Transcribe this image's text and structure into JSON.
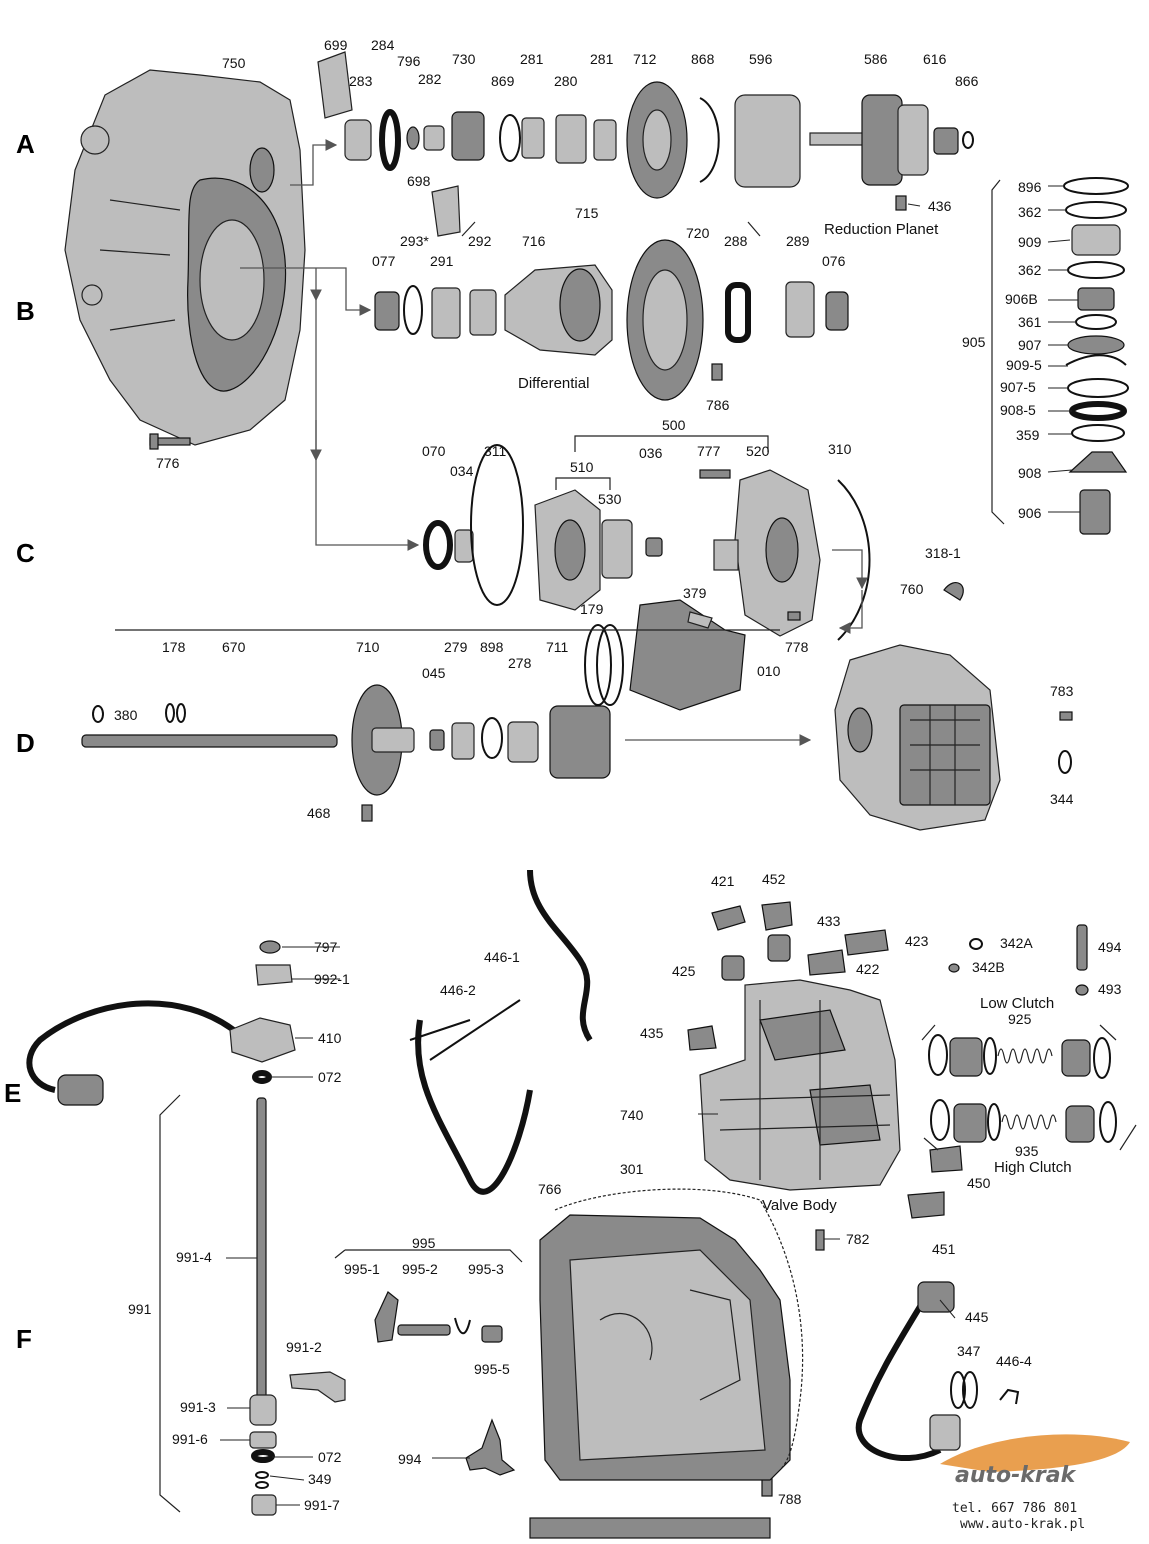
{
  "rows": [
    "A",
    "B",
    "C",
    "D",
    "E",
    "F"
  ],
  "captions": {
    "reduction_planet": "Reduction Planet",
    "differential": "Differential",
    "valve_body": "Valve Body",
    "low_clutch": "Low Clutch",
    "high_clutch": "High Clutch"
  },
  "labels": {
    "l750": "750",
    "l699": "699",
    "l284": "284",
    "l796": "796",
    "l730": "730",
    "l283": "283",
    "l282": "282",
    "l869": "869",
    "l281a": "281",
    "l280": "280",
    "l281b": "281",
    "l712": "712",
    "l868": "868",
    "l596": "596",
    "l586": "586",
    "l616": "616",
    "l866": "866",
    "l436": "436",
    "l698": "698",
    "l715": "715",
    "l293": "293*",
    "l292": "292",
    "l716": "716",
    "l720": "720",
    "l077": "077",
    "l291": "291",
    "l288": "288",
    "l289": "289",
    "l076": "076",
    "l786": "786",
    "l776": "776",
    "l896": "896",
    "l362a": "362",
    "l909": "909",
    "l362b": "362",
    "l906b": "906B",
    "l361": "361",
    "l907": "907",
    "l905": "905",
    "l909_5": "909-5",
    "l907_5": "907-5",
    "l908_5": "908-5",
    "l359": "359",
    "l908": "908",
    "l906": "906",
    "l500": "500",
    "l070": "070",
    "l034": "034",
    "l311": "311",
    "l510": "510",
    "l036": "036",
    "l777": "777",
    "l520": "520",
    "l310": "310",
    "l530": "530",
    "l318_1": "318-1",
    "l179": "179",
    "l379": "379",
    "l760": "760",
    "l178": "178",
    "l670": "670",
    "l710": "710",
    "l279": "279",
    "l898": "898",
    "l045": "045",
    "l278": "278",
    "l711": "711",
    "l778": "778",
    "l010": "010",
    "l783": "783",
    "l380": "380",
    "l344": "344",
    "l468": "468",
    "l421": "421",
    "l452": "452",
    "l433": "433",
    "l446_1": "446-1",
    "l423": "423",
    "l342a": "342A",
    "l494": "494",
    "l425": "425",
    "l422": "422",
    "l342b": "342B",
    "l493": "493",
    "l797": "797",
    "l992_1": "992-1",
    "l446_2": "446-2",
    "l925": "925",
    "l410": "410",
    "l435": "435",
    "l072a": "072",
    "l740": "740",
    "l935": "935",
    "l450": "450",
    "l301": "301",
    "l766": "766",
    "l782": "782",
    "l451": "451",
    "l991_4": "991-4",
    "l995": "995",
    "l995_1": "995-1",
    "l995_2": "995-2",
    "l995_3": "995-3",
    "l445": "445",
    "l991": "991",
    "l995_5": "995-5",
    "l347": "347",
    "l446_4": "446-4",
    "l991_2": "991-2",
    "l991_3": "991-3",
    "l991_6": "991-6",
    "l072b": "072",
    "l994": "994",
    "l349": "349",
    "l788": "788",
    "l991_7": "991-7"
  },
  "logo": {
    "brand": "auto-krak",
    "phone": "tel. 667 786 801",
    "site": "www.auto-krak.pl"
  }
}
